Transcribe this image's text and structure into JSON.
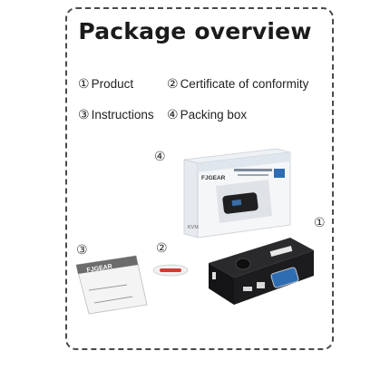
{
  "title": "Package overview",
  "items": [
    {
      "num": "①",
      "label": "Product"
    },
    {
      "num": "②",
      "label": "Certificate of conformity"
    },
    {
      "num": "③",
      "label": "Instructions"
    },
    {
      "num": "④",
      "label": "Packing box"
    }
  ],
  "markers": {
    "box": "④",
    "product": "①",
    "manual": "③",
    "certificate": "②"
  },
  "box": {
    "brand": "FJGEAR",
    "side_text": "KVM"
  },
  "manual": {
    "brand": "FJGEAR"
  },
  "colors": {
    "border": "#4a4a4a",
    "product_body": "#1c1c1e",
    "box_blue": "#2f6db3",
    "cert_red": "#d33b2f"
  }
}
